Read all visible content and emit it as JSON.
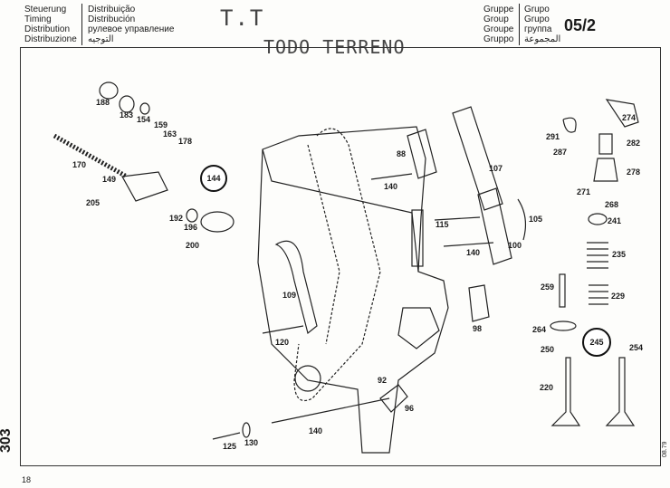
{
  "header": {
    "left_col1": [
      "Steuerung",
      "Timing",
      "Distribution",
      "Distribuzione"
    ],
    "left_col2": [
      "Distribuição",
      "Distribución",
      "рулевое управление",
      "التوجيه"
    ],
    "right_col1": [
      "Gruppe",
      "Group",
      "Groupe",
      "Gruppo"
    ],
    "right_col2": [
      "Grupo",
      "Grupo",
      "группа",
      "المجموعة"
    ],
    "group_number": "05/2",
    "stamp_tt": "T.T",
    "stamp_model": "TODO TERRENO"
  },
  "footer": {
    "page_code": "303",
    "page_number": "18",
    "date": "08.79"
  },
  "parts": {
    "p188": "188",
    "p183": "183",
    "p154": "154",
    "p159": "159",
    "p163": "163",
    "p178": "178",
    "p170": "170",
    "p149": "149",
    "p205": "205",
    "p144": "144",
    "p192": "192",
    "p196": "196",
    "p200": "200",
    "p88": "88",
    "p107": "107",
    "p140a": "140",
    "p115": "115",
    "p140b": "140",
    "p100": "100",
    "p105": "105",
    "p109": "109",
    "p120": "120",
    "p98": "98",
    "p92": "92",
    "p96": "96",
    "p140c": "140",
    "p125": "125",
    "p130": "130",
    "p274": "274",
    "p291": "291",
    "p287": "287",
    "p282": "282",
    "p278": "278",
    "p271": "271",
    "p268": "268",
    "p241": "241",
    "p235": "235",
    "p259": "259",
    "p229": "229",
    "p264": "264",
    "p245": "245",
    "p250": "250",
    "p254": "254",
    "p220": "220"
  }
}
